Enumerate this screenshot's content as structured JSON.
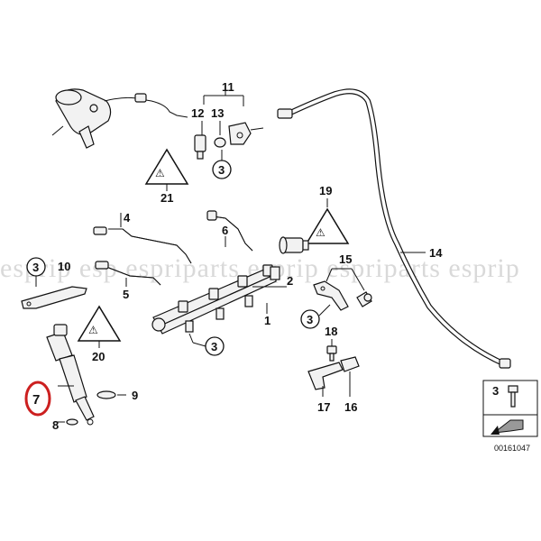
{
  "watermark": "esprip  esp  espriparts esprip  espriparts  esprip",
  "part_numbers": {
    "p1": "1",
    "p2": "2",
    "p3a": "3",
    "p3b": "3",
    "p3c": "3",
    "p3d": "3",
    "p3e": "3",
    "p4": "4",
    "p5": "5",
    "p6": "6",
    "p7": "7",
    "p8": "8",
    "p9": "9",
    "p10": "10",
    "p11": "11",
    "p12": "12",
    "p13": "13",
    "p14": "14",
    "p15": "15",
    "p16": "16",
    "p17": "17",
    "p18": "18",
    "p19": "19",
    "p20": "20",
    "p21": "21"
  },
  "highlight_color": "#cc1f1f",
  "diagram_code": "00161047",
  "icons": [
    "warning-triangle-icon",
    "fastener-icon",
    "arrow-icon"
  ]
}
